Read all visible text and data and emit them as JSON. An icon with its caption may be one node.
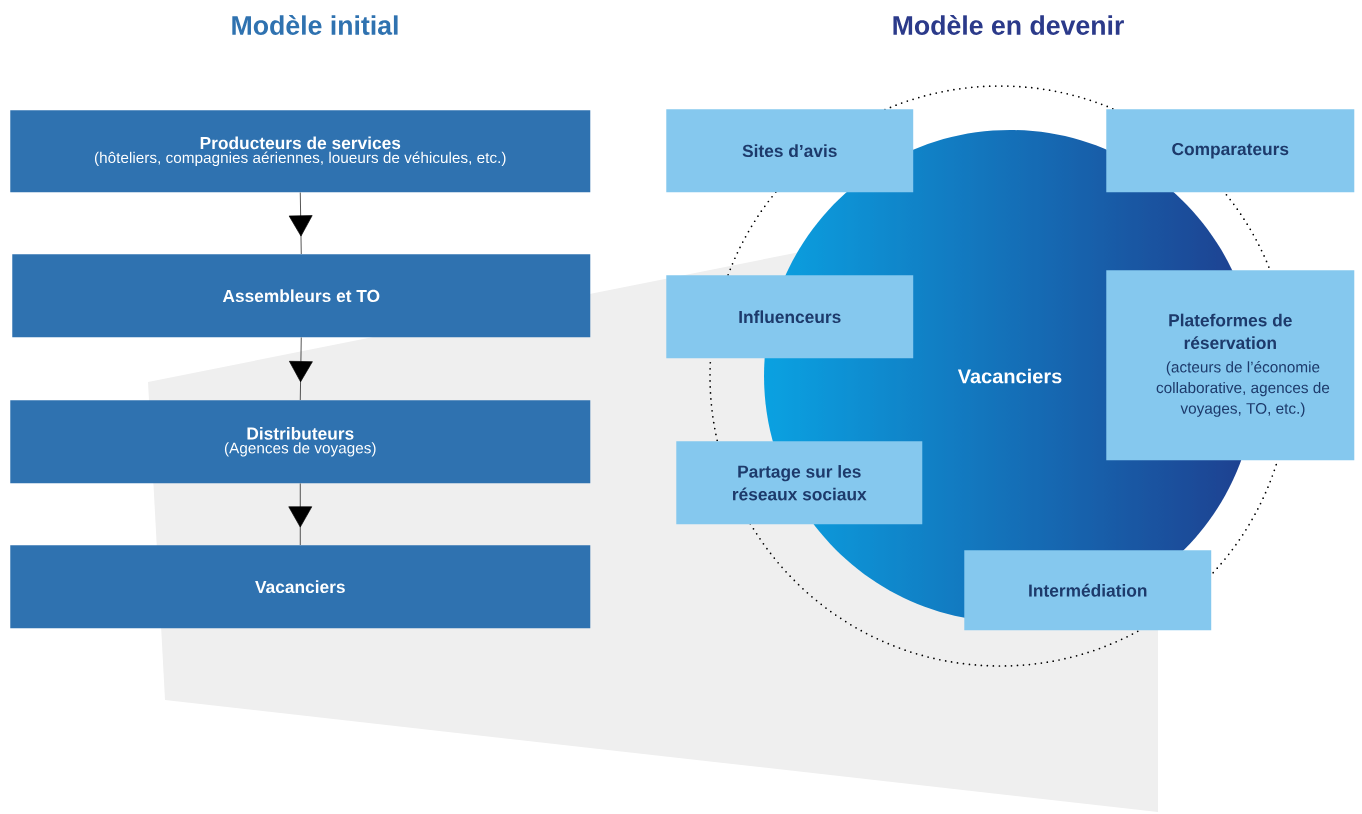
{
  "diagram": {
    "nodes": [
      {
        "text": [
          "Producteurs de services",
          "(hôteliers, compagnies aériennes, loueurs de véhicules, etc.)"
        ]
      },
      {
        "text": [
          "Assembleurs et TO"
        ]
      },
      {
        "text": [
          "Distributeurs",
          "(Agences de voyages)"
        ]
      },
      {
        "text": [
          "Vacanciers"
        ]
      },
      {
        "text": [
          "Vacanciers"
        ]
      },
      {
        "text": [
          "Sites d’avis"
        ]
      },
      {
        "text": [
          "Comparateurs"
        ]
      },
      {
        "text": [
          "Influenceurs"
        ]
      },
      {
        "text": [
          "Plateformes de réservation",
          "(acteurs de l’économie collaborative, agences de voyages, TO, etc.)"
        ]
      },
      {
        "text": [
          "Partage sur les réseaux sociaux"
        ]
      },
      {
        "text": [
          "Intermédiation"
        ]
      }
    ],
    "edges": [
      {
        "from": 0,
        "to": 1,
        "arrow": "to"
      },
      {
        "from": 1,
        "to": 2,
        "arrow": "to"
      },
      {
        "from": 2,
        "to": 3,
        "arrow": "to"
      }
    ],
    "labels": [
      "Modèle initial",
      "Modèle en devenir"
    ]
  }
}
